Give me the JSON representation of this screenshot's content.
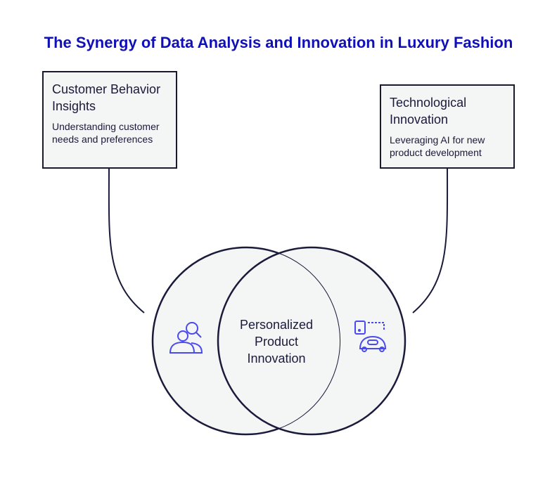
{
  "title": "The Synergy of Data Analysis and Innovation in Luxury Fashion",
  "left": {
    "heading": "Customer Behavior Insights",
    "desc": "Understanding customer needs and preferences",
    "icon": "customer-search-icon"
  },
  "right": {
    "heading": "Technological Innovation",
    "desc": "Leveraging AI for new product development",
    "icon": "autonomous-car-icon"
  },
  "center": "Personalized Product Innovation",
  "colors": {
    "title": "#1010b8",
    "icon": "#4a4af0",
    "fill": "#f4f5f5",
    "stroke": "#1a1a3a"
  }
}
